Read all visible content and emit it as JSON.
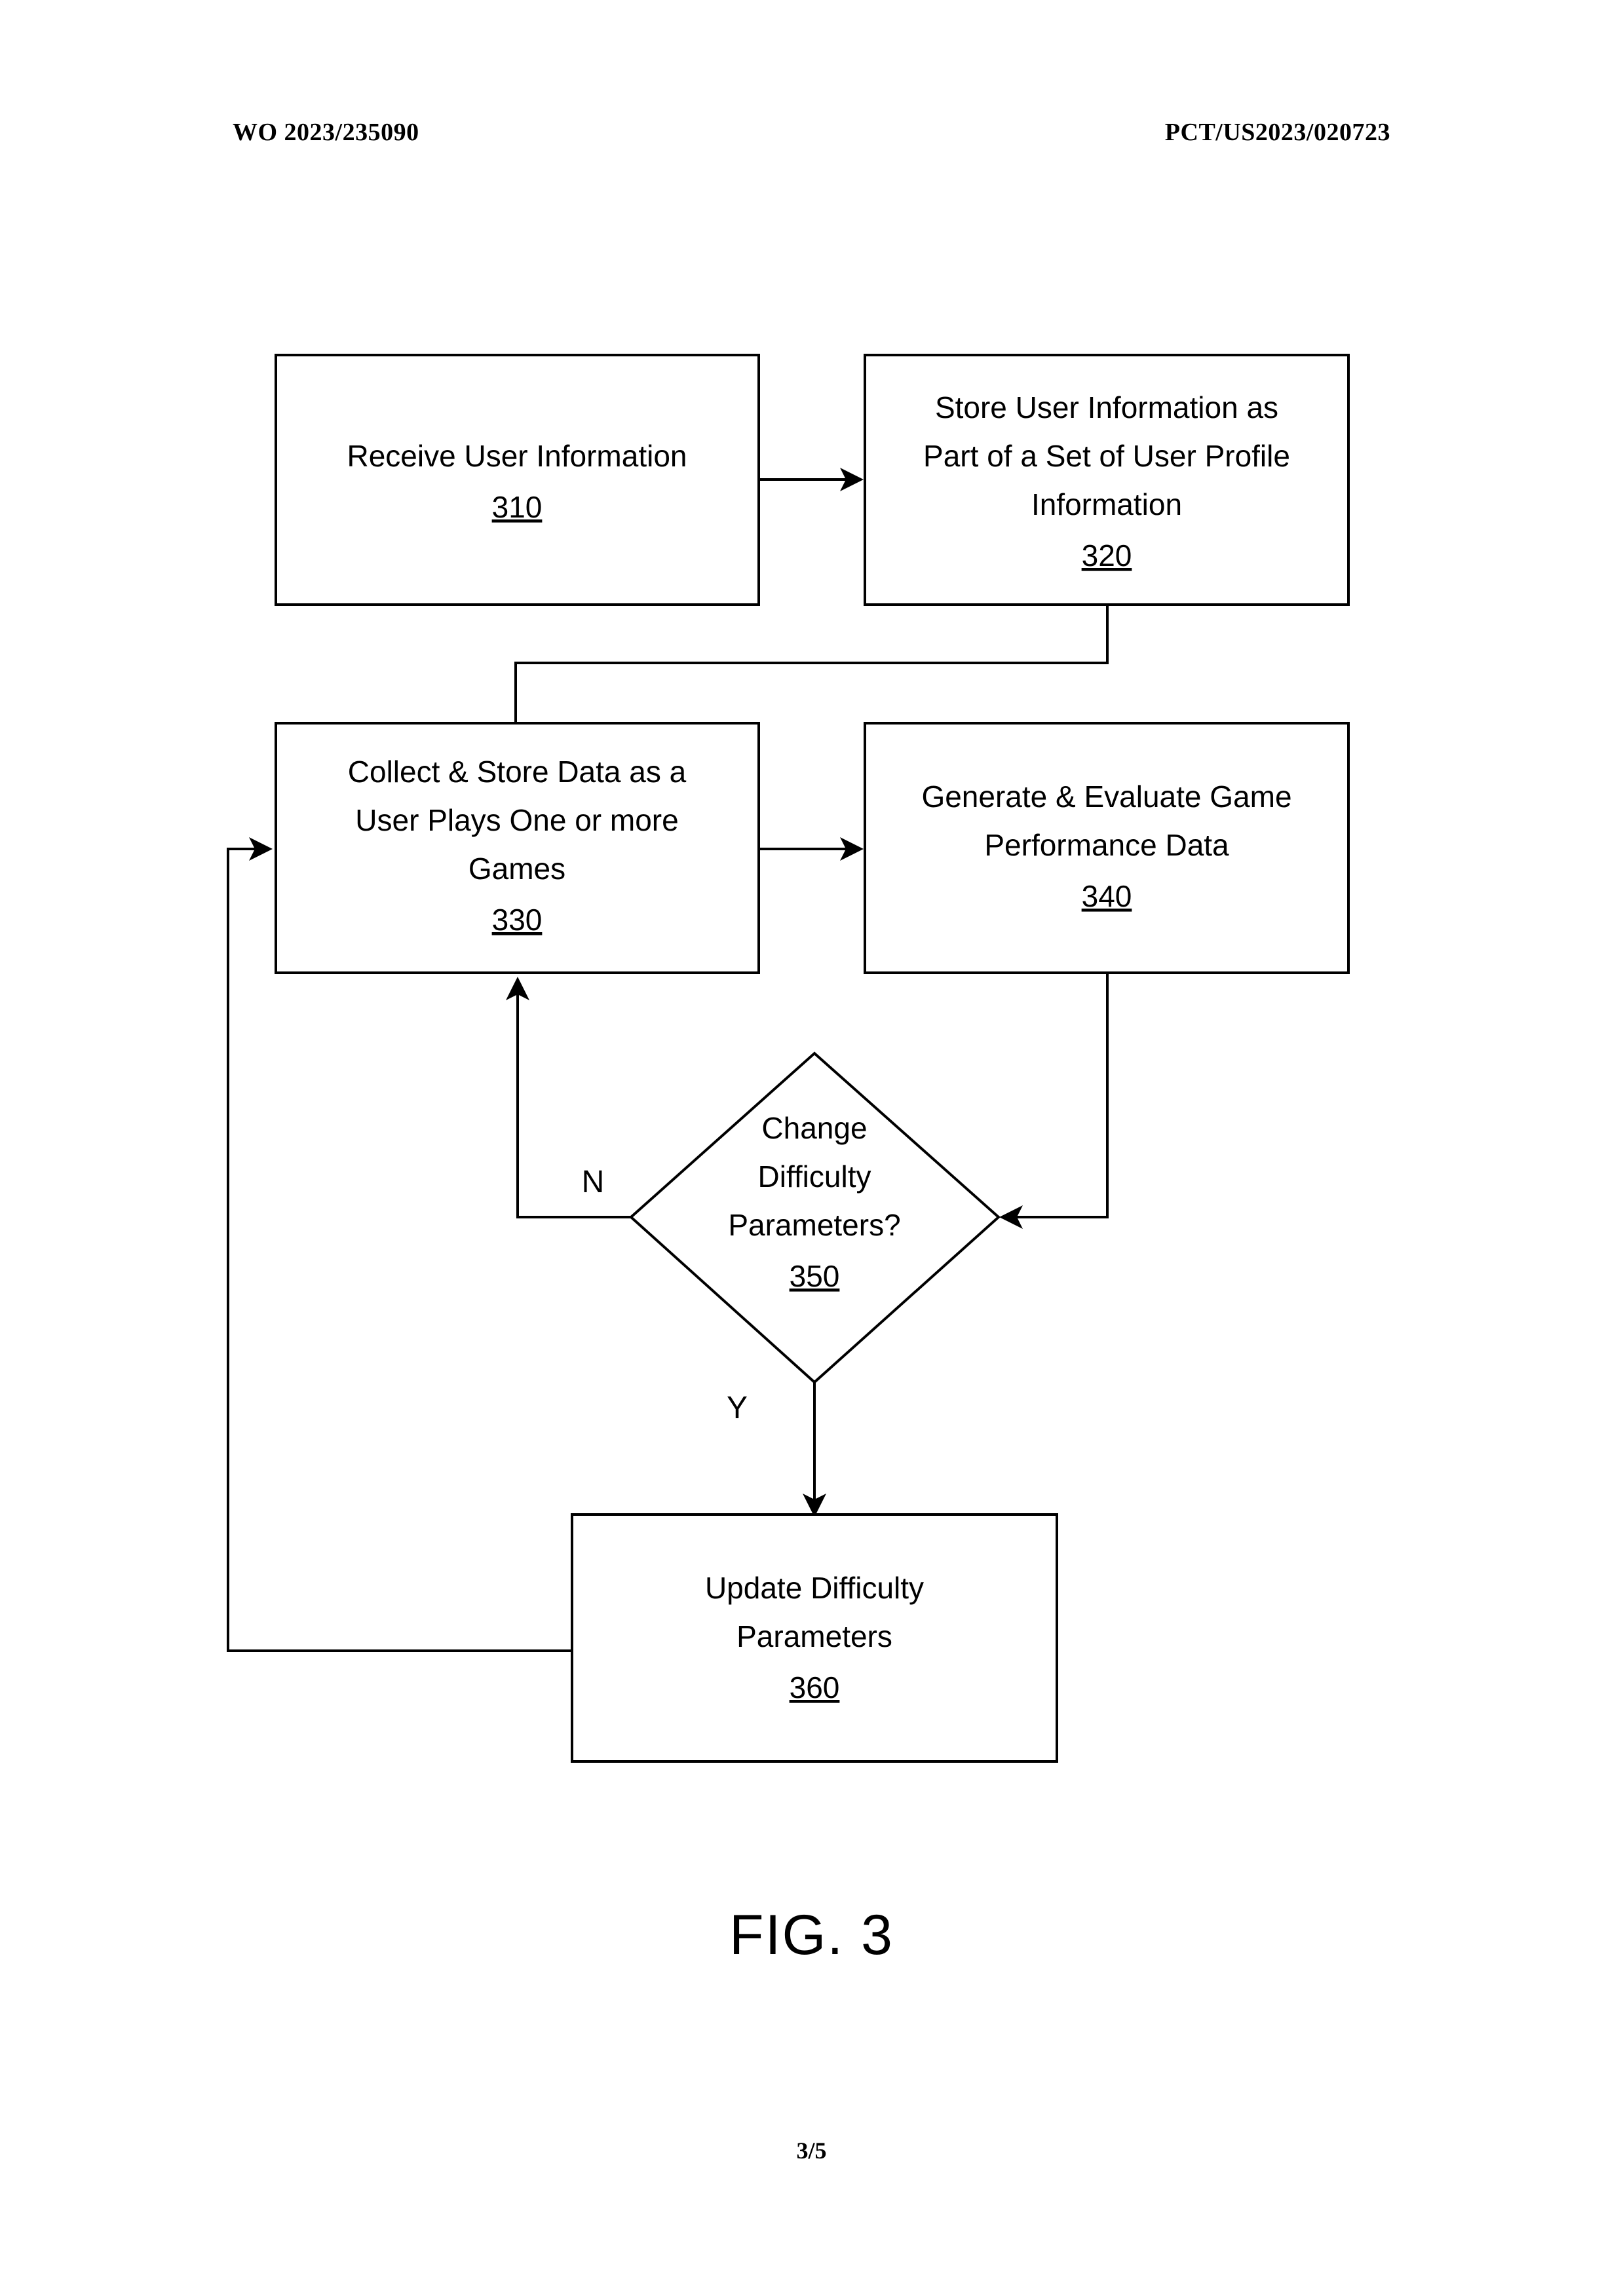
{
  "header": {
    "left": "WO 2023/235090",
    "right": "PCT/US2023/020723"
  },
  "figure": {
    "caption": "FIG. 3",
    "page_number": "3/5"
  },
  "flowchart": {
    "type": "flowchart",
    "nodes": [
      {
        "id": "310",
        "shape": "rectangle",
        "lines": [
          "Receive User Information"
        ],
        "ref": "310"
      },
      {
        "id": "320",
        "shape": "rectangle",
        "lines": [
          "Store User Information as",
          "Part of a Set of User Profile",
          "Information"
        ],
        "ref": "320"
      },
      {
        "id": "330",
        "shape": "rectangle",
        "lines": [
          "Collect & Store Data as a",
          "User Plays One or more",
          "Games"
        ],
        "ref": "330"
      },
      {
        "id": "340",
        "shape": "rectangle",
        "lines": [
          "Generate & Evaluate Game",
          "Performance Data"
        ],
        "ref": "340"
      },
      {
        "id": "350",
        "shape": "diamond",
        "lines": [
          "Change",
          "Difficulty",
          "Parameters?"
        ],
        "ref": "350"
      },
      {
        "id": "360",
        "shape": "rectangle",
        "lines": [
          "Update Difficulty",
          "Parameters"
        ],
        "ref": "360"
      }
    ],
    "edges": [
      {
        "from": "310",
        "to": "320",
        "label": ""
      },
      {
        "from": "320",
        "to": "330",
        "label": ""
      },
      {
        "from": "330",
        "to": "340",
        "label": ""
      },
      {
        "from": "340",
        "to": "350",
        "label": ""
      },
      {
        "from": "350",
        "to": "330",
        "label": "N"
      },
      {
        "from": "350",
        "to": "360",
        "label": "Y"
      },
      {
        "from": "360",
        "to": "330",
        "label": ""
      }
    ],
    "branch_labels": {
      "no": "N",
      "yes": "Y"
    },
    "colors": {
      "stroke": "#000000",
      "fill": "#ffffff",
      "text": "#000000"
    }
  },
  "node_text": {
    "n310": {
      "l0": "Receive User Information",
      "ref": "310"
    },
    "n320": {
      "l0": "Store User Information as",
      "l1": "Part of a Set of User Profile",
      "l2": "Information",
      "ref": "320"
    },
    "n330": {
      "l0": "Collect & Store Data as a",
      "l1": "User Plays One or more",
      "l2": "Games",
      "ref": "330"
    },
    "n340": {
      "l0": "Generate & Evaluate Game",
      "l1": "Performance Data",
      "ref": "340"
    },
    "n350": {
      "l0": "Change",
      "l1": "Difficulty",
      "l2": "Parameters?",
      "ref": "350"
    },
    "n360": {
      "l0": "Update Difficulty",
      "l1": "Parameters",
      "ref": "360"
    }
  },
  "labels": {
    "no": "N",
    "yes": "Y"
  }
}
